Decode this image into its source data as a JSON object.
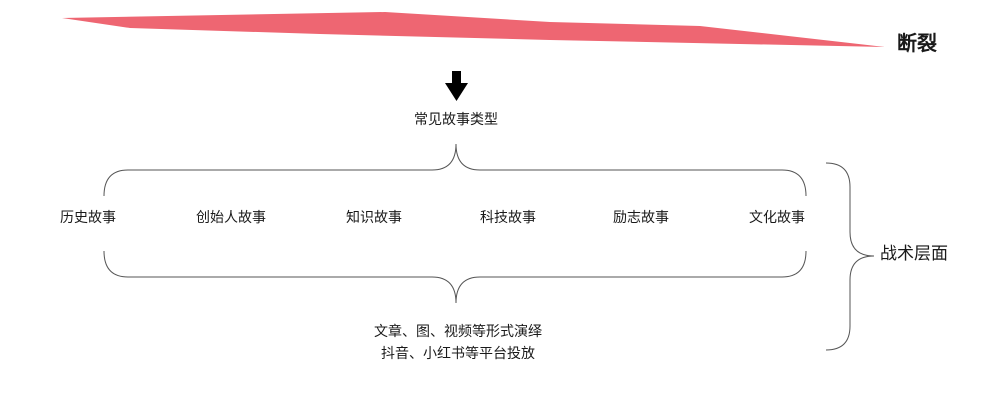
{
  "colors": {
    "crack": "#ee6672",
    "text": "#1a1a1a",
    "brace": "#555555",
    "arrow": "#000000"
  },
  "crack": {
    "label": "断裂"
  },
  "diagram": {
    "heading": "常见故事类型",
    "categories": [
      {
        "label": "历史故事"
      },
      {
        "label": "创始人故事"
      },
      {
        "label": "知识故事"
      },
      {
        "label": "科技故事"
      },
      {
        "label": "励志故事"
      },
      {
        "label": "文化故事"
      }
    ],
    "side_label": "战术层面",
    "bottom_lines": [
      "文章、图、视频等形式演绎",
      "抖音、小红书等平台投放"
    ]
  }
}
